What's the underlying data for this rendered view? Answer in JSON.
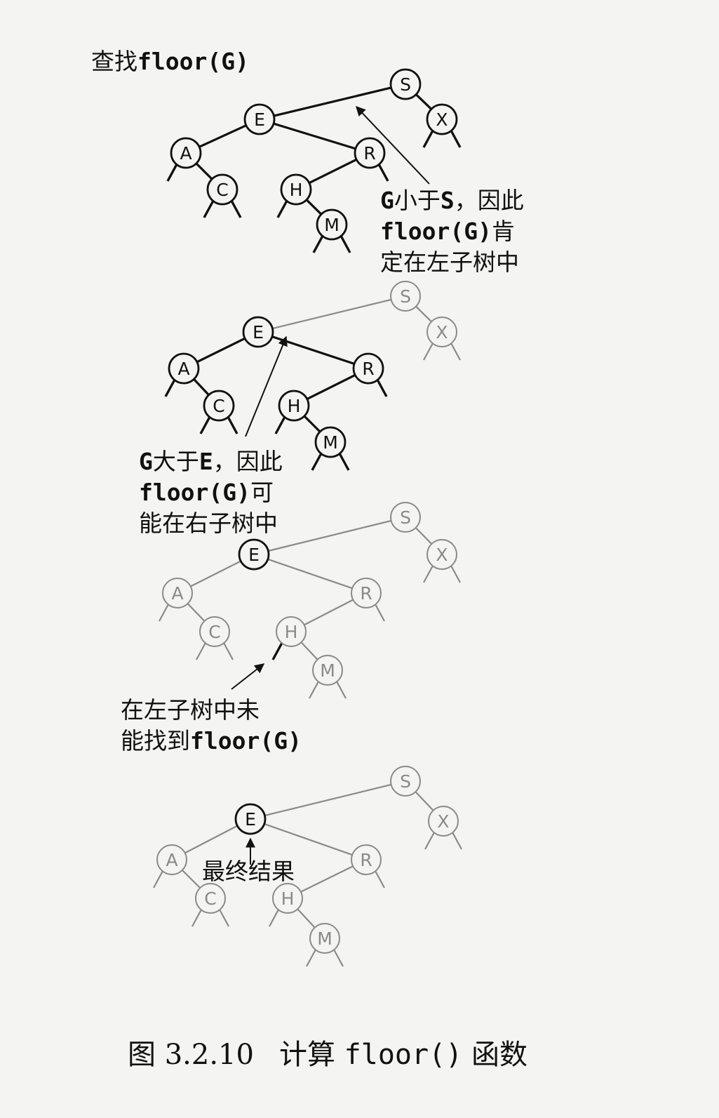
{
  "diagram": {
    "step1": {
      "title_prefix": "查找",
      "title_code": "floor(G)",
      "annotation": {
        "line1_code": "G",
        "line1_text": "小于",
        "line1_code2": "S",
        "line1_text2": "，因此",
        "line2_code": "floor(G)",
        "line2_text": "肯",
        "line3_text": "定在左子树中"
      }
    },
    "step2": {
      "annotation": {
        "line1_code": "G",
        "line1_text": "大于",
        "line1_code2": "E",
        "line1_text2": "，因此",
        "line2_code": "floor(G)",
        "line2_text": "可",
        "line3_text": "能在右子树中"
      }
    },
    "step3": {
      "annotation": {
        "line1_text": "在左子树中未",
        "line2_text": "能找到",
        "line2_code": "floor(G)"
      }
    },
    "step4": {
      "annotation": {
        "text": "最终结果"
      }
    },
    "node_labels": [
      "S",
      "E",
      "X",
      "A",
      "R",
      "C",
      "H",
      "M"
    ]
  },
  "caption": {
    "figure_number": "图 3.2.10",
    "text_before": "计算",
    "code": "floor()",
    "text_after": "函数"
  },
  "colors": {
    "active": "#111111",
    "faded": "#8a8a8a",
    "background": "#f4f4f2"
  }
}
